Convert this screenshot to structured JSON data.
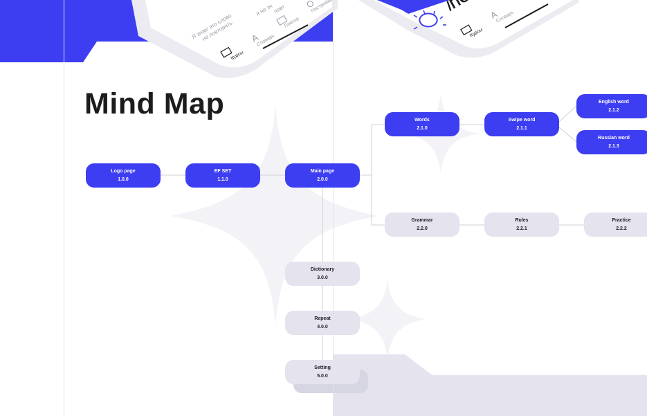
{
  "title": "Mind Map",
  "colors": {
    "accent": "#3d3df2",
    "node_gray": "#e4e3ee",
    "line": "#cfcfda",
    "background": "#ffffff"
  },
  "phone_mockup": {
    "left": {
      "text_line1": "Я знаю это слово",
      "text_line2": "не повторять",
      "text_top1": "я не зн",
      "text_top2": "повт",
      "tabs": [
        "Курсы",
        "Словарь",
        "Повтор",
        "Настройки"
      ]
    },
    "right": {
      "big_text": "/ПО",
      "tabs": [
        "Курсы",
        "Словарь"
      ]
    }
  },
  "nodes": {
    "logo": {
      "label": "Logo page",
      "code": "1.0.0"
    },
    "efset": {
      "label": "EF SET",
      "code": "1.1.0"
    },
    "main": {
      "label": "Main page",
      "code": "2.0.0"
    },
    "words": {
      "label": "Words",
      "code": "2.1.0"
    },
    "swipe": {
      "label": "Swipe word",
      "code": "2.1.1"
    },
    "english": {
      "label": "English word",
      "code": "2.1.2"
    },
    "russian": {
      "label": "Russian word",
      "code": "2.1.3"
    },
    "grammar": {
      "label": "Grammar",
      "code": "2.2.0"
    },
    "rules": {
      "label": "Rules",
      "code": "2.2.1"
    },
    "practice": {
      "label": "Practice",
      "code": "2.2.2"
    },
    "dictionary": {
      "label": "Dictionary",
      "code": "3.0.0"
    },
    "repeat": {
      "label": "Repeat",
      "code": "4.0.0"
    },
    "setting": {
      "label": "Setting",
      "code": "5.0.0"
    }
  }
}
